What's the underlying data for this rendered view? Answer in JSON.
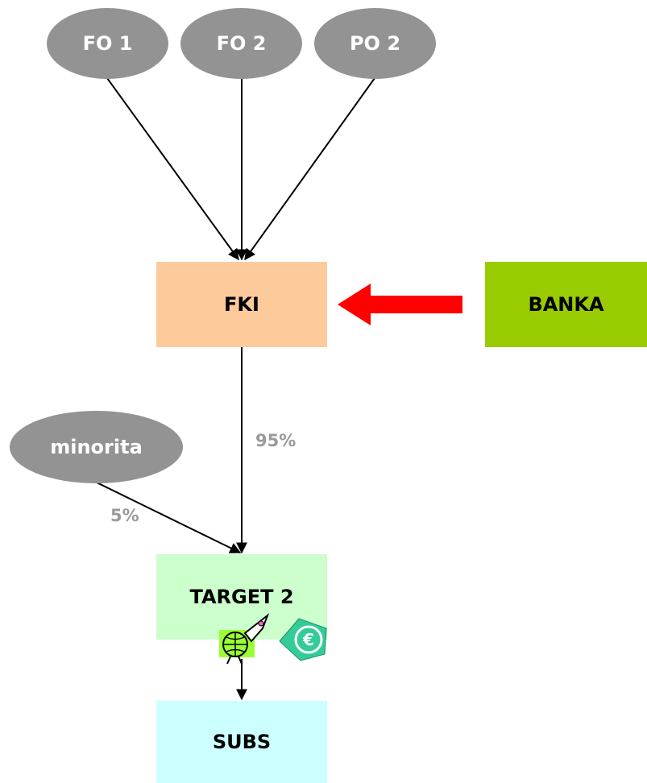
{
  "nodes": {
    "fo1": "FO 1",
    "fo2": "FO 2",
    "po2": "PO 2",
    "fki": "FKI",
    "banka": "BANKA",
    "minorita": "minorita",
    "target2": "TARGET 2",
    "subs": "SUBS"
  },
  "edges": {
    "fki_target_pct": "95%",
    "minorita_target_pct": "5%"
  },
  "colors": {
    "owner_oval": "#939393",
    "fki_box": "#fdcb9b",
    "banka_box": "#99cc00",
    "target_box": "#ccffcc",
    "subs_box": "#ccffff",
    "funding_arrow": "#ff0000"
  },
  "icons": [
    "globe-rocket-clipart-icon",
    "euro-badge-icon"
  ]
}
